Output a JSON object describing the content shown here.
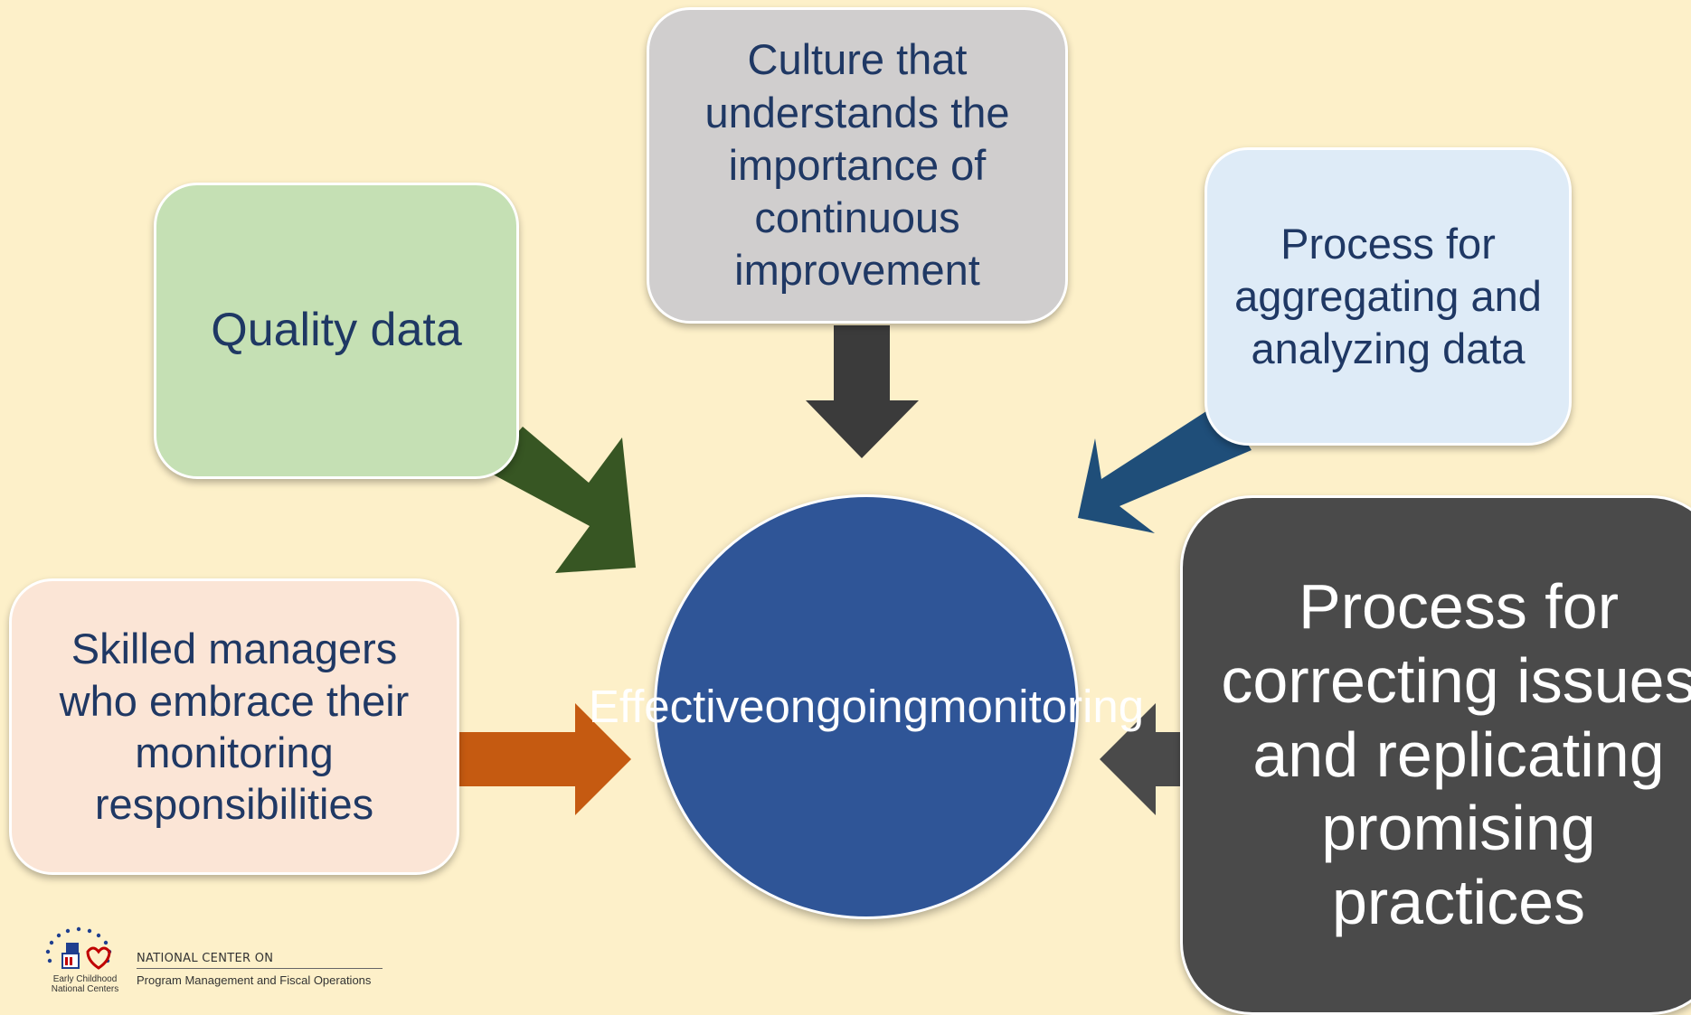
{
  "center": {
    "lines": [
      "Effective",
      "ongoing",
      "monitoring"
    ]
  },
  "boxes": {
    "quality": {
      "lines": [
        "Quality data"
      ],
      "color": "#c5e0b4"
    },
    "culture": {
      "lines": [
        "Culture that",
        "understands the",
        "importance of",
        "continuous",
        "improvement"
      ],
      "color": "#d0cece"
    },
    "aggregating": {
      "lines": [
        "Process for",
        "aggregating and",
        "analyzing data"
      ],
      "color": "#deebf7"
    },
    "skilled": {
      "lines": [
        "Skilled managers",
        "who embrace their",
        "monitoring",
        "responsibilities"
      ],
      "color": "#fbe5d6"
    },
    "correcting": {
      "lines": [
        "Process for",
        "correcting issues",
        "and replicating",
        "promising",
        "practices"
      ],
      "color": "#4a4a4a"
    }
  },
  "arrow_colors": {
    "quality": "#375623",
    "culture": "#3b3b3b",
    "aggregating": "#1f4e79",
    "skilled": "#c55a11",
    "correcting": "#4a4a4a"
  },
  "logo": {
    "line1": "NATIONAL CENTER ON",
    "line2": "Program Management and Fiscal Operations",
    "sub_line1": "Early Childhood",
    "sub_line2": "National Centers"
  }
}
